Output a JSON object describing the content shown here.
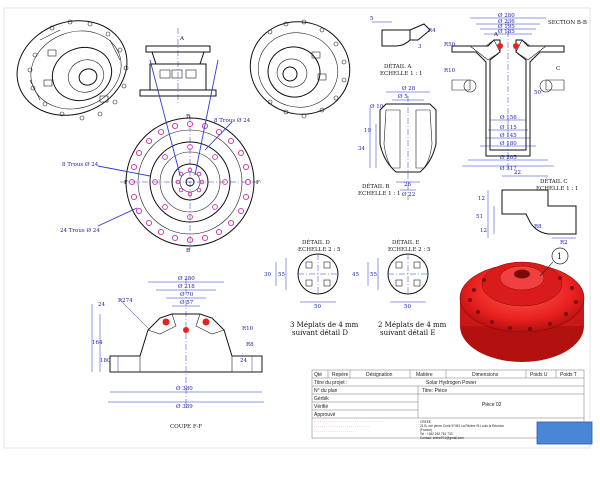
{
  "detail_a": {
    "title": "DÉTAIL A",
    "scale": "ECHELLE 1 : 1"
  },
  "section_bb": {
    "title": "SECTION B-B"
  },
  "detail_b": {
    "title": "DÉTAIL B",
    "scale": "ECHELLE 1 : 1"
  },
  "detail_c": {
    "title": "DÉTAIL C",
    "scale": "ECHELLE 1 : 1"
  },
  "detail_d": {
    "title": "DÉTAIL D",
    "scale": "ECHELLE 2 : 5",
    "note_line1": "3 Méplats de 4 mm",
    "note_line2": "suivant détail D"
  },
  "detail_e": {
    "title": "DÉTAIL E",
    "scale": "ECHELLE 2 : 5",
    "note_line1": "2 Méplats de 4 mm",
    "note_line2": "suivant détail E"
  },
  "section_ff": {
    "title": "COUPE F-F"
  },
  "front_view": {
    "holes_top": "8 Trous Ø 24",
    "holes_left": "8 Trous Ø 24",
    "holes_bottom": "24 Trous Ø 24",
    "label_f_left": "F",
    "label_f_right": "F",
    "label_b_top": "B",
    "label_b_bottom": "B"
  },
  "dims_section_bb": [
    "Ø 280",
    "Ø 236",
    "Ø 195",
    "Ø 185",
    "Ø 156",
    "Ø 115",
    "Ø 145",
    "Ø 180",
    "Ø 205",
    "Ø 317",
    "R50",
    "R10",
    "50",
    "C",
    "A"
  ],
  "dims_detail_b": [
    "Ø 28",
    "Ø 10",
    "Ø 5",
    "Ø 22",
    "34",
    "19",
    "26"
  ],
  "dims_detail_c": [
    "22",
    "R8",
    "12",
    "51",
    "12",
    "R2"
  ],
  "dims_detail_d": [
    "30",
    "55",
    "50"
  ],
  "dims_detail_e": [
    "45",
    "55",
    "50"
  ],
  "dims_section_ff": [
    "Ø 280",
    "Ø 218",
    "Ø 70",
    "Ø 57",
    "Ø 380",
    "Ø 389",
    "R274",
    "R10",
    "R8",
    "24",
    "24",
    "164",
    "180"
  ],
  "detail_a_dims": [
    "5",
    "R4",
    "3"
  ],
  "render_callout": "1",
  "title_block": {
    "headers": [
      "Qté",
      "Repère",
      "Désignation",
      "Matière",
      "Dimensions",
      "Poids U",
      "Poids T"
    ],
    "project_label": "Titre du projet :",
    "project_value": "Solar Hydrogen Power",
    "plan_label": "N° du plan",
    "title_label": "Titre: Pièce",
    "drawn_label": "Gérbik",
    "verified_label": "Vérifié",
    "approved_label": "Approuvé",
    "piece_value": "Pièce 02",
    "company_name": "CREEE",
    "company_address": "21 B, rue pierre Curie 97451 La Rivière St Louis la Réunion",
    "company_country": "(France)",
    "company_phone": "Tel : +262 262 751 733",
    "company_email": "Contact: creee974@gmail.com"
  },
  "colors": {
    "render_red": "#e8201f",
    "blue_box": "#4a86d8",
    "pink_holes": "#d82ea8",
    "dimension_blue": "#2233cc"
  }
}
